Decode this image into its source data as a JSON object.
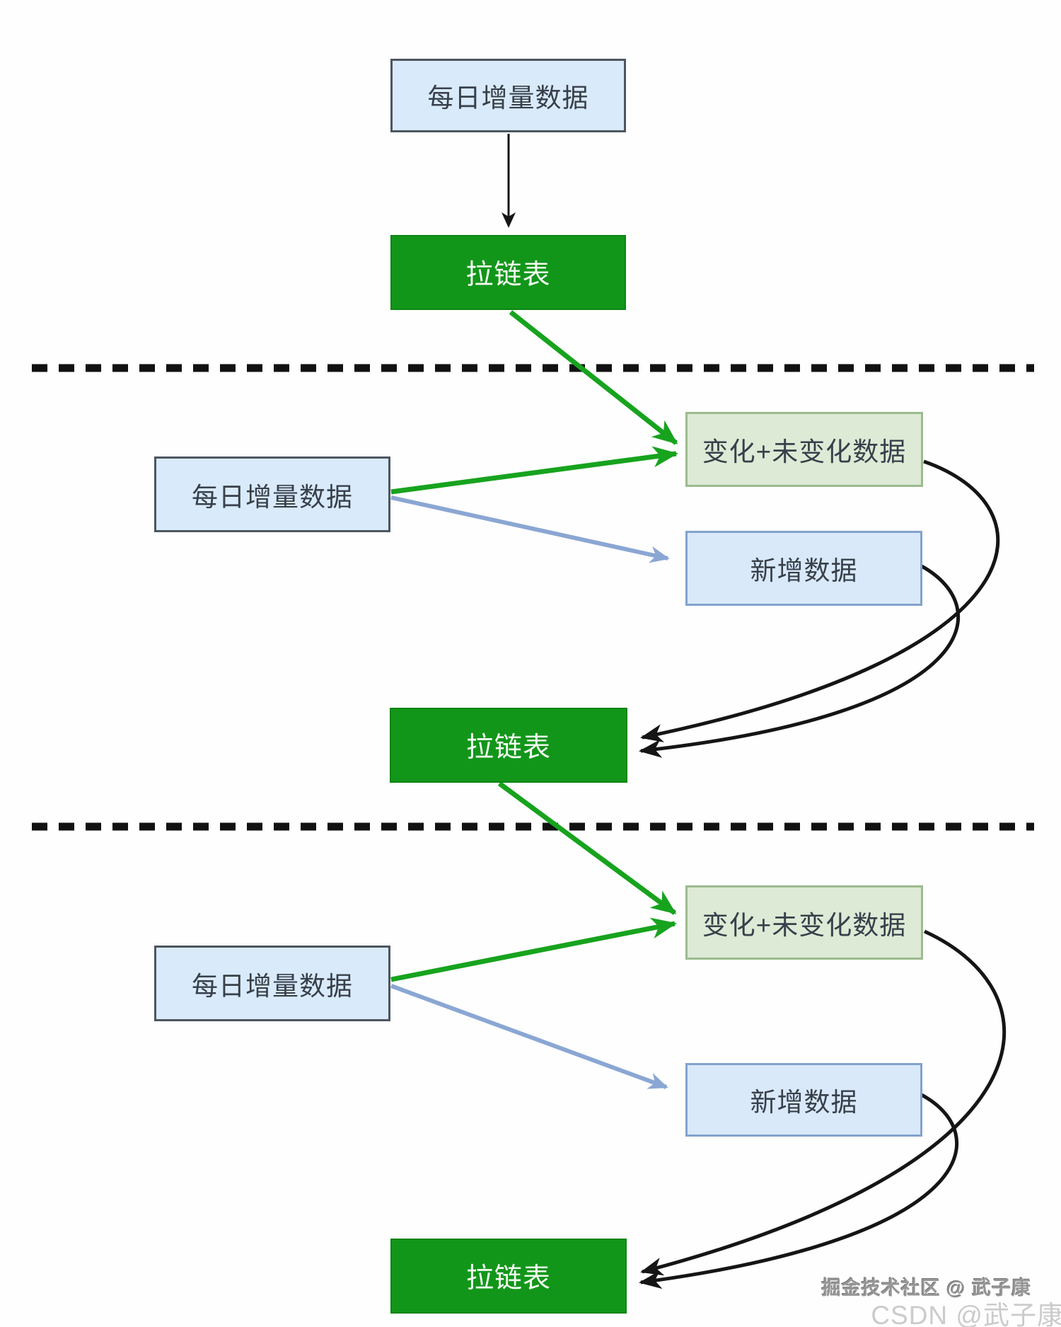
{
  "diagram": {
    "title_hint": "zipper-table (拉链表) incremental merge flow, three day-phases separated by dashed lines",
    "colors": {
      "background": "#fefefe",
      "daily_box_fill": "#d9eafb",
      "daily_box_border": "#4c5660",
      "zipper_box_fill": "#12961a",
      "zipper_box_text": "#ffffff",
      "changed_box_fill": "#ddead6",
      "changed_box_border": "#9cbb8e",
      "new_box_fill": "#d9e9fa",
      "new_box_border": "#82a3cd",
      "arrow_green": "#17a31e",
      "arrow_blue": "#8aa6d3",
      "arrow_black": "#151515",
      "divider_black": "#111111"
    },
    "nodes": {
      "s1_daily": {
        "label": "每日增量数据"
      },
      "s1_zipper": {
        "label": "拉链表"
      },
      "s2_daily": {
        "label": "每日增量数据"
      },
      "s2_changed": {
        "label": "变化+未变化数据"
      },
      "s2_new": {
        "label": "新增数据"
      },
      "s2_zipper": {
        "label": "拉链表"
      },
      "s3_daily": {
        "label": "每日增量数据"
      },
      "s3_changed": {
        "label": "变化+未变化数据"
      },
      "s3_new": {
        "label": "新增数据"
      },
      "s3_zipper": {
        "label": "拉链表"
      }
    },
    "watermark": {
      "line1": "掘金技术社区 @ 武子康",
      "line2": "CSDN @武子康"
    }
  }
}
